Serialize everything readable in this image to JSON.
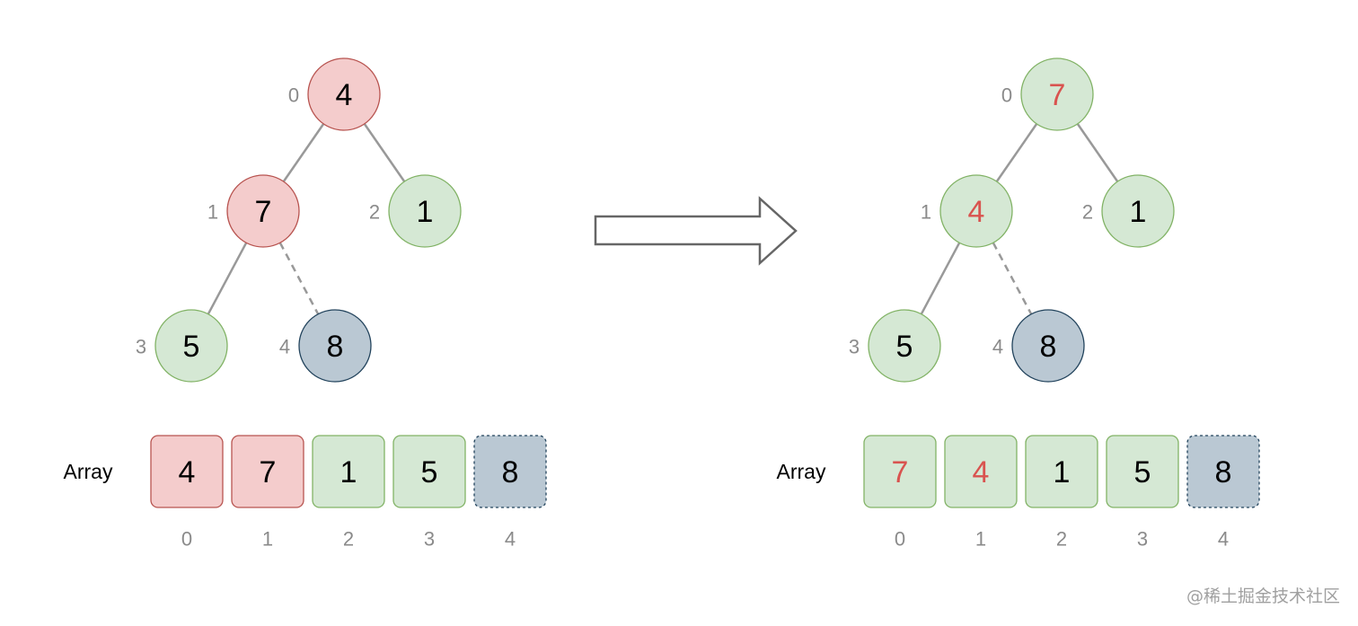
{
  "colors": {
    "red_fill": "#f4cccc",
    "red_stroke": "#b85450",
    "green_fill": "#d5e8d4",
    "green_stroke": "#82b366",
    "blue_fill": "#bac8d3",
    "blue_stroke": "#23445d",
    "highlight_text": "#d9534f",
    "normal_text": "#000000",
    "edge": "#999999",
    "index": "#8a8a8a"
  },
  "panels": [
    {
      "name": "before",
      "nodes": [
        {
          "index": "0",
          "value": "4",
          "state": "red",
          "highlight": false
        },
        {
          "index": "1",
          "value": "7",
          "state": "red",
          "highlight": false
        },
        {
          "index": "2",
          "value": "1",
          "state": "green",
          "highlight": false
        },
        {
          "index": "3",
          "value": "5",
          "state": "green",
          "highlight": false
        },
        {
          "index": "4",
          "value": "8",
          "state": "blue",
          "highlight": false
        }
      ],
      "array_label": "Array",
      "array": [
        {
          "index": "0",
          "value": "4",
          "state": "red",
          "highlight": false
        },
        {
          "index": "1",
          "value": "7",
          "state": "red",
          "highlight": false
        },
        {
          "index": "2",
          "value": "1",
          "state": "green",
          "highlight": false
        },
        {
          "index": "3",
          "value": "5",
          "state": "green",
          "highlight": false
        },
        {
          "index": "4",
          "value": "8",
          "state": "blue",
          "highlight": false
        }
      ]
    },
    {
      "name": "after",
      "nodes": [
        {
          "index": "0",
          "value": "7",
          "state": "green",
          "highlight": true
        },
        {
          "index": "1",
          "value": "4",
          "state": "green",
          "highlight": true
        },
        {
          "index": "2",
          "value": "1",
          "state": "green",
          "highlight": false
        },
        {
          "index": "3",
          "value": "5",
          "state": "green",
          "highlight": false
        },
        {
          "index": "4",
          "value": "8",
          "state": "blue",
          "highlight": false
        }
      ],
      "array_label": "Array",
      "array": [
        {
          "index": "0",
          "value": "7",
          "state": "green",
          "highlight": true
        },
        {
          "index": "1",
          "value": "4",
          "state": "green",
          "highlight": true
        },
        {
          "index": "2",
          "value": "1",
          "state": "green",
          "highlight": false
        },
        {
          "index": "3",
          "value": "5",
          "state": "green",
          "highlight": false
        },
        {
          "index": "4",
          "value": "8",
          "state": "blue",
          "highlight": false
        }
      ]
    }
  ],
  "edges": [
    {
      "from": 0,
      "to": 1,
      "style": "solid"
    },
    {
      "from": 0,
      "to": 2,
      "style": "solid"
    },
    {
      "from": 1,
      "to": 3,
      "style": "solid"
    },
    {
      "from": 1,
      "to": 4,
      "style": "dashed"
    }
  ],
  "arrow_icon": "right-arrow-icon",
  "watermark": "@稀土掘金技术社区"
}
